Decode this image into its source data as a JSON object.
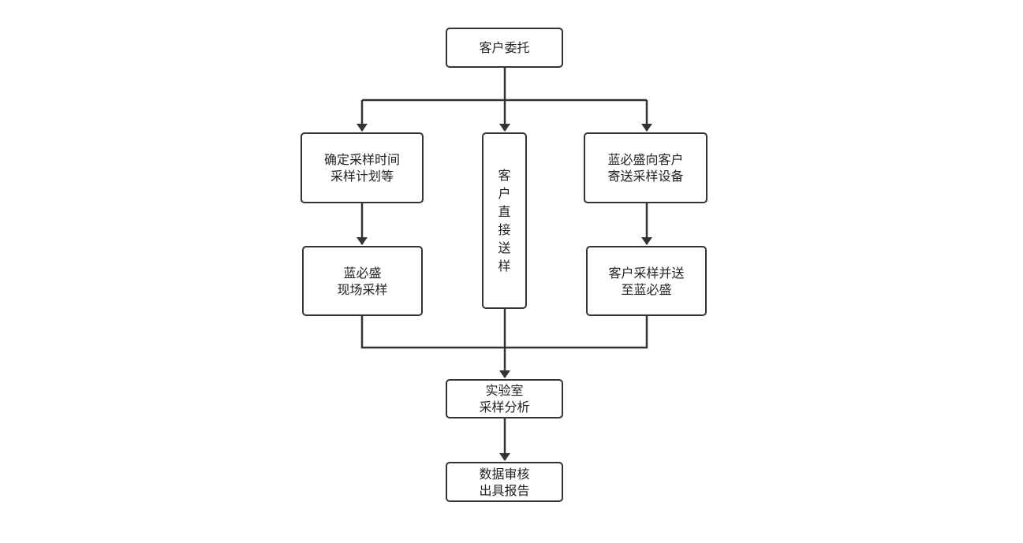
{
  "diagram": {
    "type": "flowchart",
    "colors": {
      "stroke": "#333333",
      "text": "#222222",
      "fill": "#ffffff"
    },
    "nodes": [
      {
        "id": "entrust",
        "lines": [
          "客户委托"
        ]
      },
      {
        "id": "plan",
        "lines": [
          "确定采样时间",
          "采样计划等"
        ]
      },
      {
        "id": "direct",
        "lines": [
          "客",
          "户",
          "直",
          "接",
          "送",
          "样"
        ]
      },
      {
        "id": "ship",
        "lines": [
          "蓝必盛向客户",
          "寄送采样设备"
        ]
      },
      {
        "id": "onsite",
        "lines": [
          "蓝必盛",
          "现场采样"
        ]
      },
      {
        "id": "selfsample",
        "lines": [
          "客户采样并送",
          "至蓝必盛"
        ]
      },
      {
        "id": "lab",
        "lines": [
          "实验室",
          "采样分析"
        ]
      },
      {
        "id": "report",
        "lines": [
          "数据审核",
          "出具报告"
        ]
      }
    ],
    "edges": [
      {
        "from": "entrust",
        "to": "plan"
      },
      {
        "from": "entrust",
        "to": "direct"
      },
      {
        "from": "entrust",
        "to": "ship"
      },
      {
        "from": "plan",
        "to": "onsite"
      },
      {
        "from": "ship",
        "to": "selfsample"
      },
      {
        "from": "onsite",
        "to": "lab"
      },
      {
        "from": "direct",
        "to": "lab"
      },
      {
        "from": "selfsample",
        "to": "lab"
      },
      {
        "from": "lab",
        "to": "report"
      }
    ]
  }
}
